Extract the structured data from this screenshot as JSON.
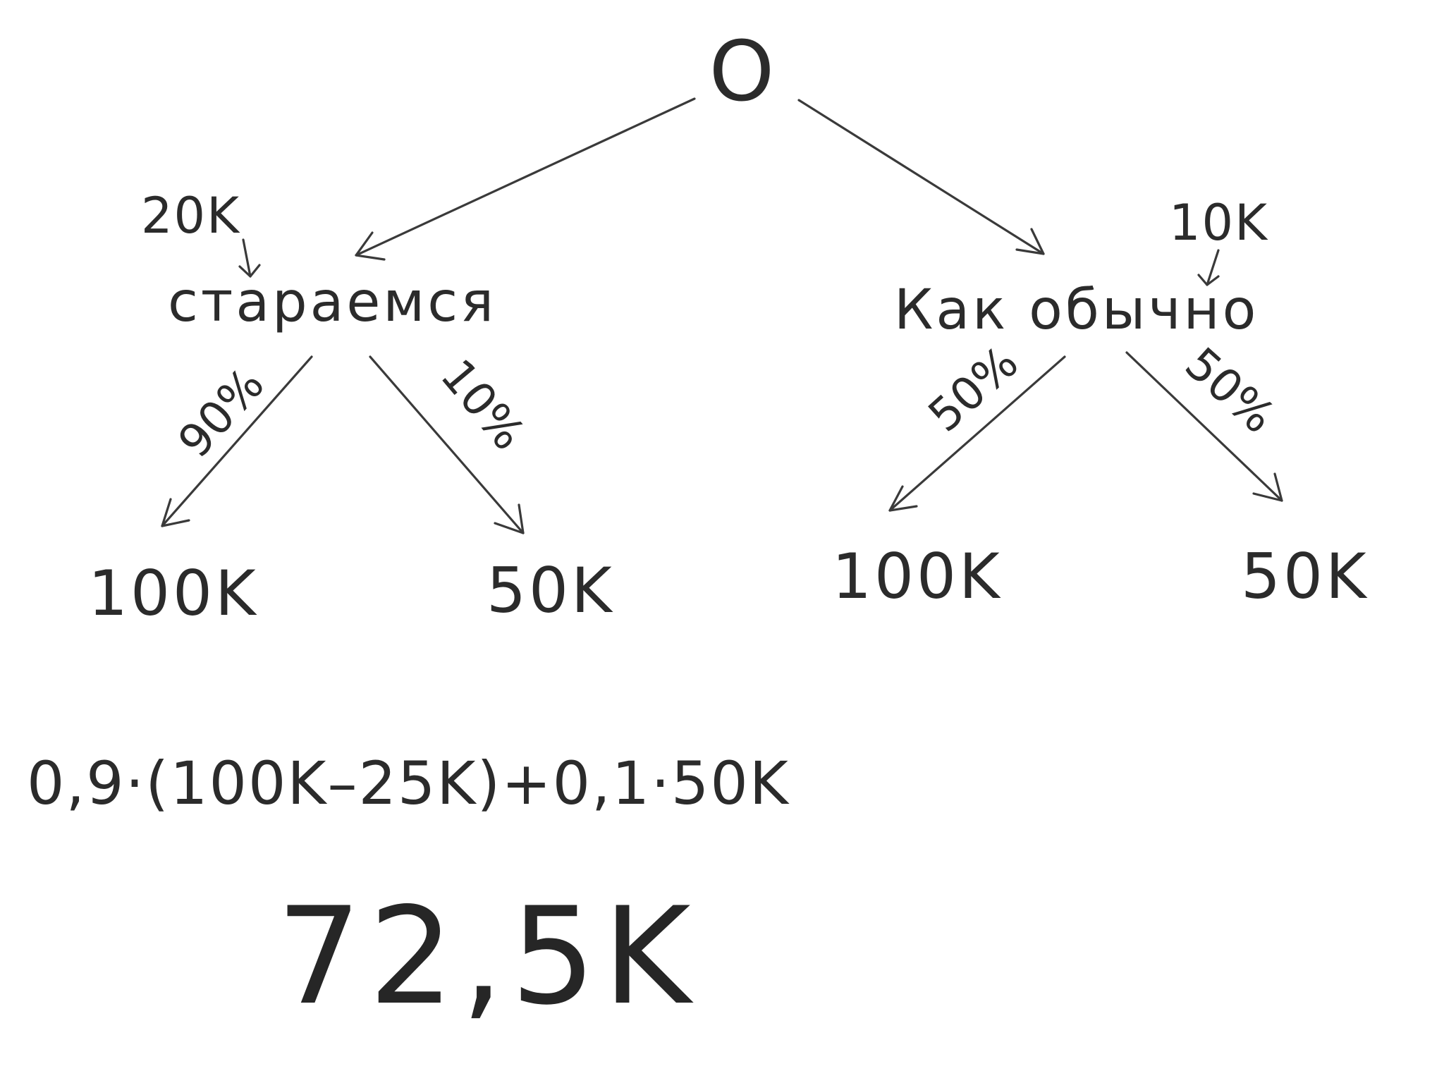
{
  "tree": {
    "root": {
      "label": "O"
    },
    "branches": [
      {
        "name": "стараемся",
        "cost": "20K",
        "outcomes": [
          {
            "probability": "90%",
            "value": "100K"
          },
          {
            "probability": "10%",
            "value": "50K"
          }
        ]
      },
      {
        "name": "Как обычно",
        "cost": "10K",
        "outcomes": [
          {
            "probability": "50%",
            "value": "100K"
          },
          {
            "probability": "50%",
            "value": "50K"
          }
        ]
      }
    ]
  },
  "calculation": {
    "formula": "0,9·(100K–25K)+0,1·50K",
    "result": "72,5K"
  },
  "colors": {
    "ink": "#2b2b2b",
    "background": "#ffffff"
  }
}
